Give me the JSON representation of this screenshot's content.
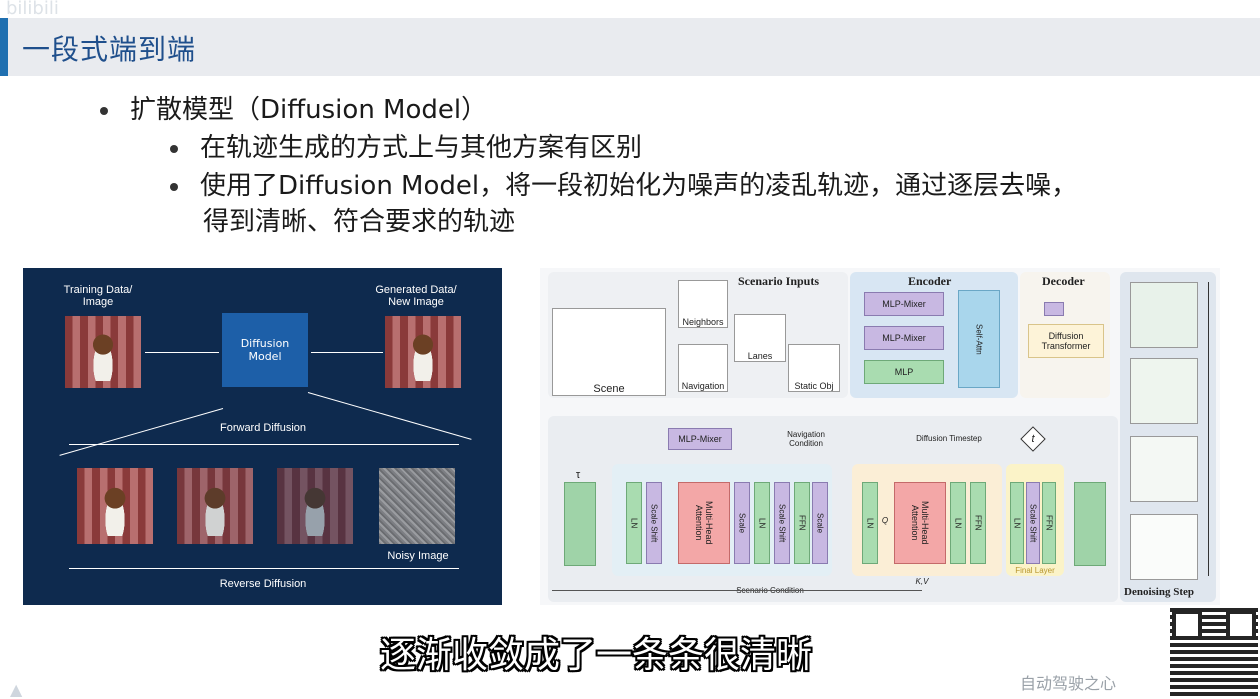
{
  "slide": {
    "title": "一段式端到端",
    "bullets": {
      "l1": "扩散模型（Diffusion Model）",
      "l2a": "在轨迹生成的方式上与其他方案有区别",
      "l2b_line1": "使用了Diffusion Model，将一段初始化为噪声的凌乱轨迹，通过逐层去噪，",
      "l2b_line2": "得到清晰、符合要求的轨迹"
    }
  },
  "left_figure": {
    "training": "Training Data/\nImage",
    "generated": "Generated Data/\nNew Image",
    "diffusion_model": "Diffusion\nModel",
    "forward": "Forward Diffusion",
    "noisy": "Noisy Image",
    "reverse": "Reverse Diffusion"
  },
  "right_figure": {
    "scenario_inputs": "Scenario Inputs",
    "encoder": "Encoder",
    "decoder": "Decoder",
    "scene": "Scene",
    "neighbors": "Neighbors",
    "lanes": "Lanes",
    "navigation": "Navigation",
    "static_obj": "Static Obj",
    "mlp_mixer_1": "MLP-Mixer",
    "mlp_mixer_2": "MLP-Mixer",
    "mlp": "MLP",
    "self_attn": "Self-Attn",
    "diffusion_transformer": "Diffusion\nTransformer",
    "mlp_mixer_3": "MLP-Mixer",
    "navigation_condition": "Navigation\nCondition",
    "diffusion_timestep": "Diffusion Timestep",
    "t": "t",
    "tau": "τ",
    "ln": "LN",
    "scale_shift": "Scale Shift",
    "mha": "Multi-Head\nAttention",
    "scale": "Scale",
    "ffn": "FFN",
    "final_layer": "Final Layer",
    "scenario_condition": "Scenario Condition",
    "kv": "K,V",
    "q": "Q",
    "denoising_step": "Denoising Step"
  },
  "subtitle": "逐渐收敛成了一条条很清晰",
  "brand": "自动驾驶之心"
}
